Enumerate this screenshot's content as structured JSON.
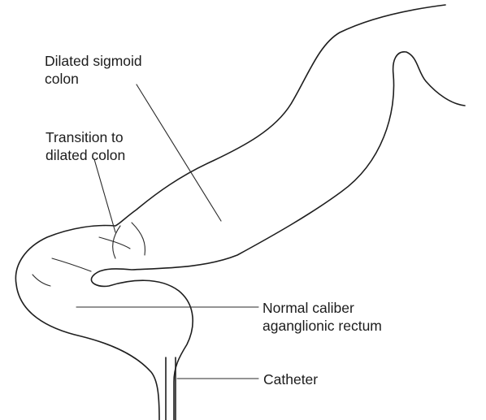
{
  "labels": {
    "sigmoid": {
      "line1": "Dilated sigmoid",
      "line2": "colon"
    },
    "transition": {
      "line1": "Transition to",
      "line2": "dilated colon"
    },
    "rectum": {
      "line1": "Normal caliber",
      "line2": "aganglionic rectum"
    },
    "catheter": {
      "line1": "Catheter"
    }
  },
  "colors": {
    "ink": "#1e1e1e",
    "background": "#ffffff"
  }
}
